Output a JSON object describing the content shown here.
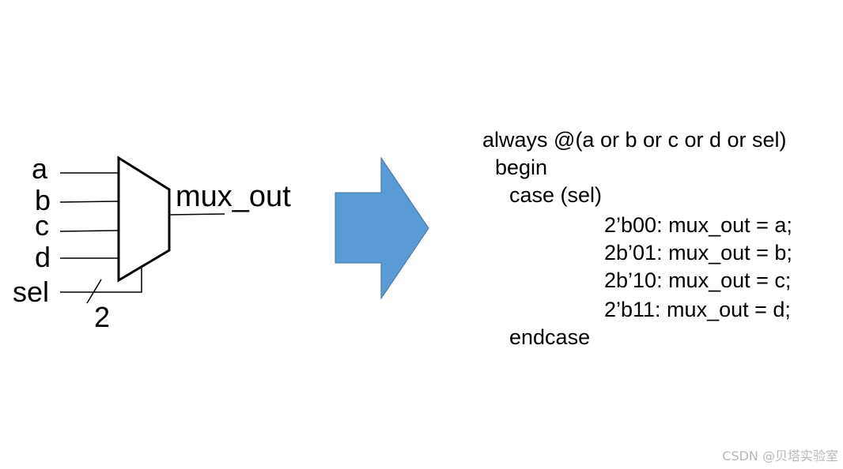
{
  "mux": {
    "inputs": [
      "a",
      "b",
      "c",
      "d"
    ],
    "select_label": "sel",
    "select_width": "2",
    "output_label": "mux_out"
  },
  "code": {
    "lines": [
      "always @(a or b or c or d or sel)",
      "begin",
      "case (sel)",
      "2’b00: mux_out = a;",
      "2b’01: mux_out = b;",
      "2b’10: mux_out = c;",
      "2’b11: mux_out = d;",
      "endcase"
    ]
  },
  "colors": {
    "arrow_fill": "#5b9bd5",
    "arrow_stroke": "#41719c",
    "line": "#000000",
    "watermark": "#b8b8b8"
  },
  "watermark": "CSDN @贝塔实验室"
}
